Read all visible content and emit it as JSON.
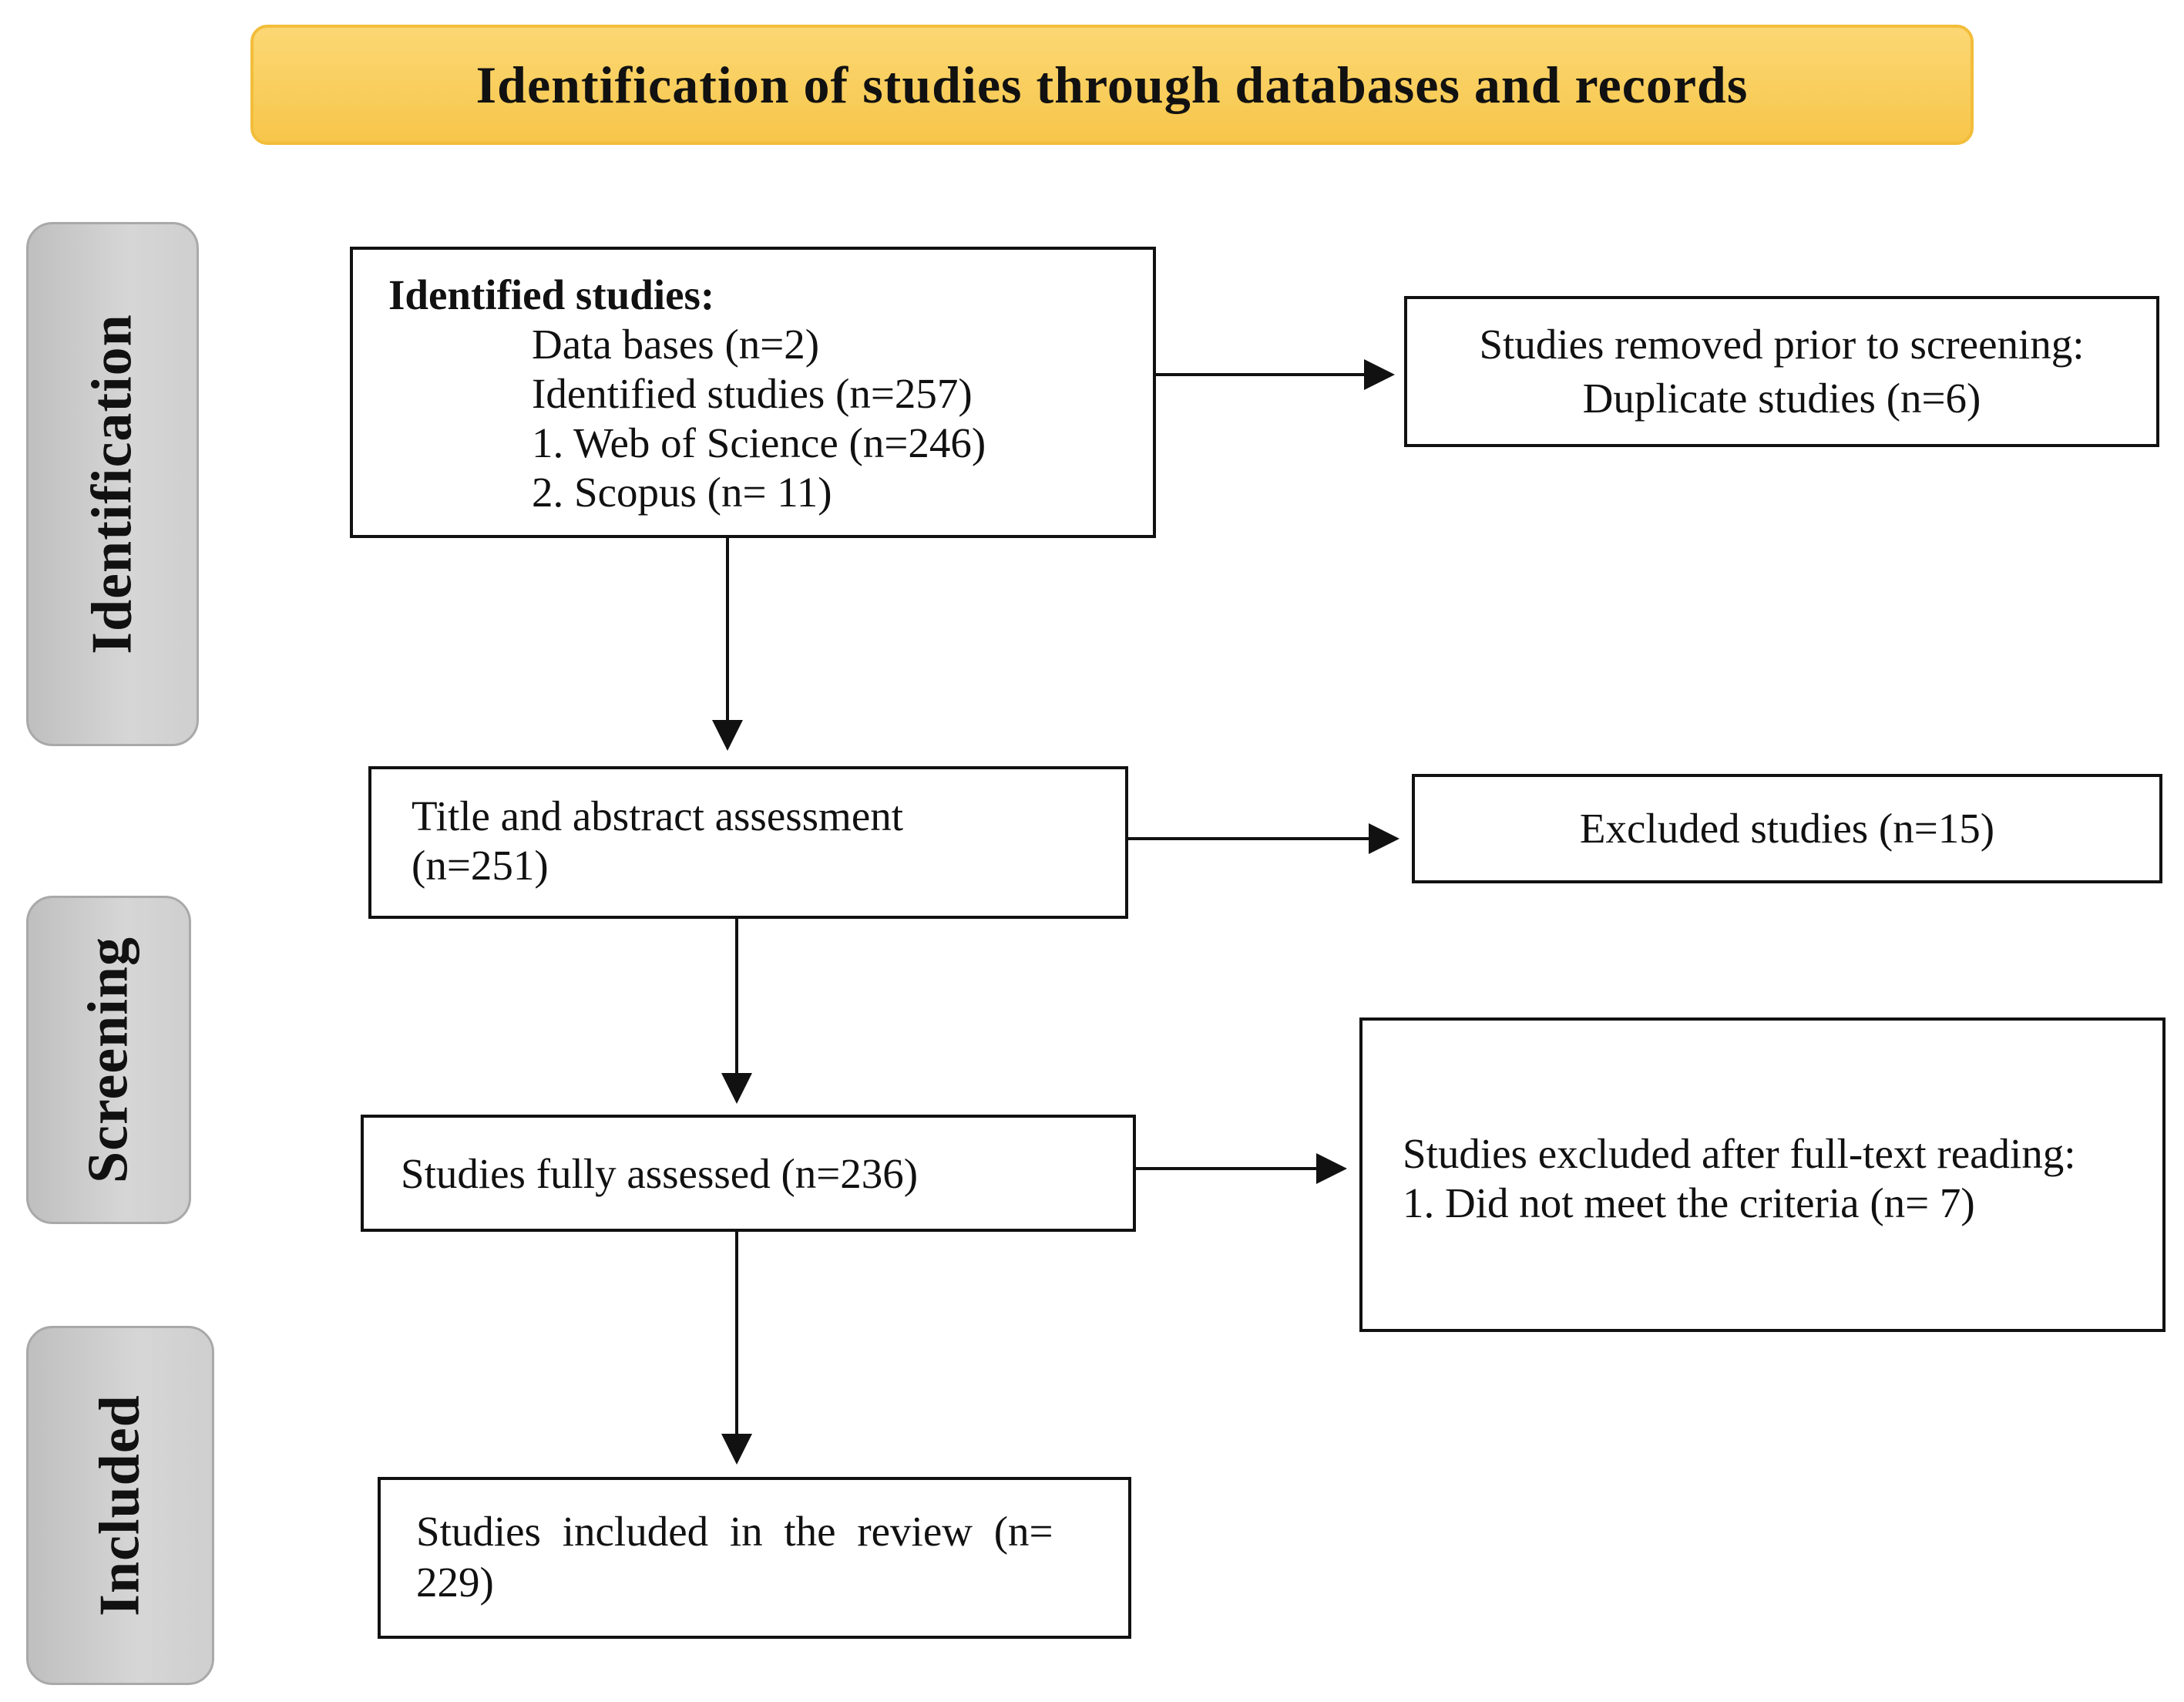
{
  "header": {
    "title": "Identification of studies through databases and records"
  },
  "stages": {
    "identification": "Identification",
    "screening": "Screening",
    "included": "Included"
  },
  "identified_box": {
    "heading": "Identified studies:",
    "lines": [
      "Data bases (n=2)",
      "Identified studies (n=257)",
      "1. Web of Science (n=246)",
      "2. Scopus (n= 11)"
    ]
  },
  "removed_box": {
    "lines": [
      "Studies removed prior to screening:",
      "Duplicate studies (n=6)"
    ]
  },
  "title_abstract_box": {
    "lines": [
      "Title and abstract assessment",
      "(n=251)"
    ]
  },
  "excluded_box": {
    "text": "Excluded studies (n=15)"
  },
  "fully_assessed_box": {
    "text": "Studies fully assessed (n=236)"
  },
  "fulltext_excluded_box": {
    "lines": [
      "Studies excluded after full-text reading:",
      "1. Did not meet the criteria (n= 7)"
    ]
  },
  "included_box": {
    "lines": [
      "Studies included in the review (n=",
      "229)"
    ]
  },
  "colors": {
    "header_fill": "#f7c64a",
    "stage_fill": "#cfcfcf",
    "line": "#111111"
  }
}
